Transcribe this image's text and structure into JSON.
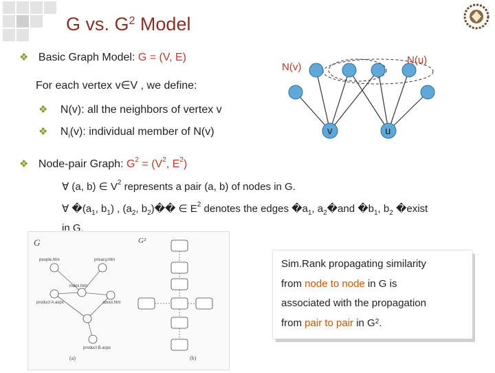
{
  "title": {
    "main": "G vs. G",
    "sup": "2",
    "rest": " Model"
  },
  "bullets": {
    "basic": {
      "text": "Basic Graph Model: ",
      "formula": "G = (V, E)"
    },
    "foreach": "For each vertex v∈V , we define:",
    "nv": "N(v):  all the neighbors of vertex v",
    "ni": {
      "n": "N",
      "sub": "i",
      "rest": "(v):  individual member of N(v)"
    },
    "nodepair": {
      "text": "Node-pair Graph:  ",
      "f1": "G",
      "s1": "2",
      "f2": " = (V",
      "s2": "2",
      "f3": ", E",
      "s3": "2",
      "f4": ")"
    },
    "forall1": {
      "sym": "∀",
      "a": " (a, b)  ∈ V",
      "sup": "2",
      "b": "  represents a pair (a, b) of nodes in G."
    },
    "forall2": {
      "sym": "∀",
      "a": "  �(a",
      "s1": "1",
      "b": ", b",
      "s2": "1",
      "c": ") , (a",
      "s3": "2",
      "d": ", b",
      "s4": "2",
      "e": ")�� ∈ E",
      "sup": "2",
      "f": " denotes the edges �a",
      "s5": "1",
      "g": ", a",
      "s6": "2",
      "h": "�and �b",
      "s7": "1",
      "i": ", b",
      "s8": "2",
      "j": " �exist"
    },
    "in_g": "in G."
  },
  "diagram": {
    "nv_label": "N(v)",
    "nu_label": "N(u)",
    "v_label": "v",
    "u_label": "u"
  },
  "figure": {
    "g_label": "G",
    "g2_label": "G²",
    "nodes_left": [
      "people.htm",
      "privacy.htm",
      "index.htm",
      "about.htm",
      "product A.aspx",
      "product B.aspx"
    ],
    "cap_a": "(a)",
    "cap_b": "(b)"
  },
  "box": {
    "l1": "Sim.Rank propagating similarity",
    "l2a": "from ",
    "l2b": "node to node",
    "l2c": " in G is",
    "l3": "associated with the propagation",
    "l4a": "from ",
    "l4b": "pair to pair",
    "l4c": " in G",
    "l4sup": "2",
    "l4d": "."
  },
  "colors": {
    "title": "#8b2f26",
    "accent": "#c0392b",
    "bullet": "#8a9a2a",
    "node": "#5fa8d8",
    "orange": "#d35400"
  }
}
